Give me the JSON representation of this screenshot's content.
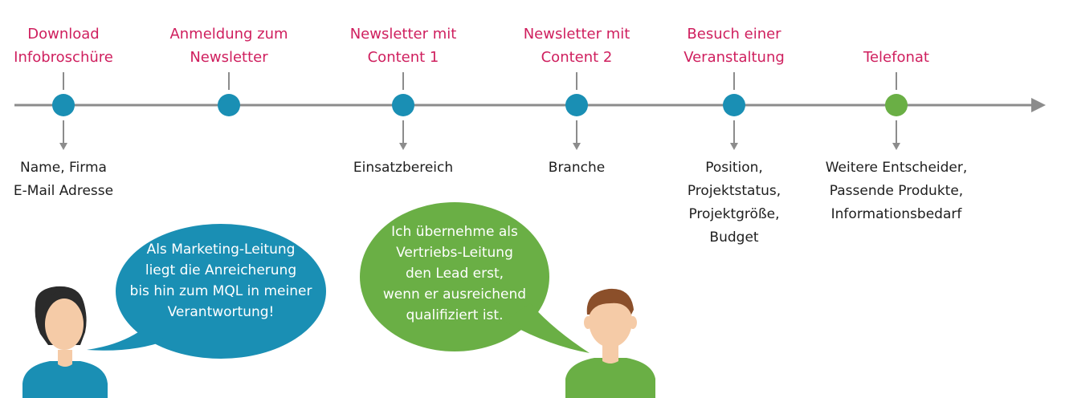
{
  "colors": {
    "timeline": "#8c8c8c",
    "step_dot": "#1a8fb4",
    "final_dot": "#6aaf45",
    "step_text": "#cf1f5e",
    "info_text": "#1e1e1e",
    "bubble_marketing": "#1a8fb4",
    "bubble_sales": "#6aaf45"
  },
  "steps": [
    {
      "label": "Download\nInfobroschüre",
      "info": "Name, Firma\nE-Mail Adresse",
      "dot": "step_dot"
    },
    {
      "label": "Anmeldung zum\nNewsletter",
      "info": "",
      "dot": "step_dot"
    },
    {
      "label": "Newsletter mit\nContent 1",
      "info": "Einsatzbereich",
      "dot": "step_dot"
    },
    {
      "label": "Newsletter mit\nContent 2",
      "info": "Branche",
      "dot": "step_dot"
    },
    {
      "label": "Besuch einer\nVeranstaltung",
      "info": "Position,\nProjektstatus,\nProjektgröße,\nBudget",
      "dot": "step_dot"
    },
    {
      "label": "Telefonat",
      "info": "Weitere Entscheider,\nPassende Produkte,\nInformationsbedarf",
      "dot": "final_dot"
    }
  ],
  "bubbles": {
    "marketing": {
      "text": "Als Marketing-Leitung\nliegt die Anreicherung\nbis hin zum MQL in meiner\nVerantwortung!"
    },
    "sales": {
      "text": "Ich übernehme als\nVertriebs-Leitung\nden Lead erst,\nwenn er ausreichend\nqualifiziert ist."
    }
  },
  "people": {
    "marketing": {
      "icon": "woman-avatar-icon"
    },
    "sales": {
      "icon": "man-avatar-icon"
    }
  }
}
